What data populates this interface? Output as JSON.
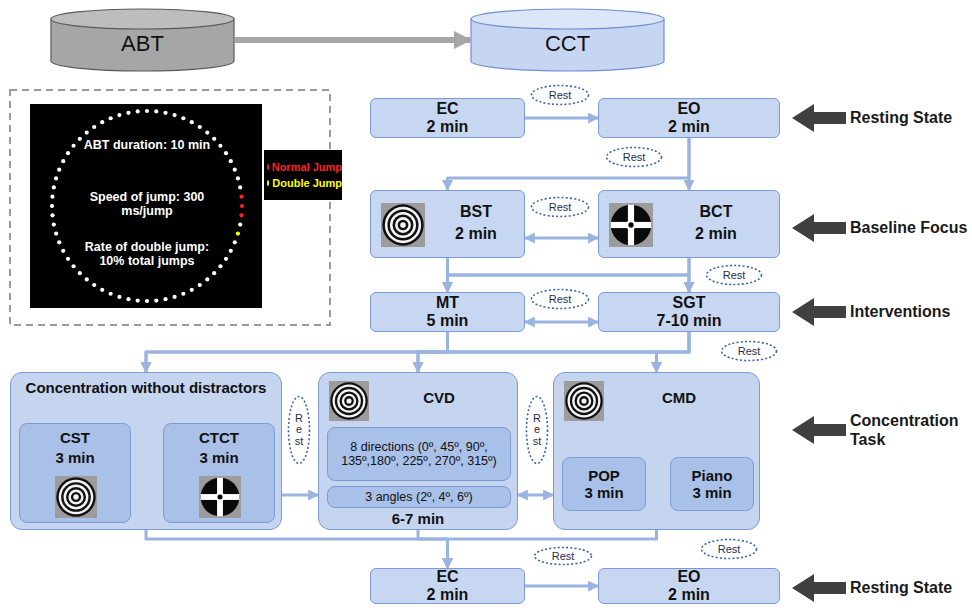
{
  "diagram": {
    "nodes": [
      {
        "text": [
          "ABT"
        ]
      },
      {
        "text": [
          "CCT"
        ]
      },
      {
        "text": [
          "ABT duration: 10 min",
          "Speed of jump: 300 ms/jump",
          "Rate of double jump: 10% total jumps"
        ]
      },
      {
        "text": [
          "EC",
          "2 min"
        ]
      },
      {
        "text": [
          "Rest"
        ]
      },
      {
        "text": [
          "EO",
          "2 min"
        ]
      },
      {
        "text": [
          "Rest"
        ]
      },
      {
        "text": [
          "BST",
          "2 min"
        ]
      },
      {
        "text": [
          "Rest"
        ]
      },
      {
        "text": [
          "BCT",
          "2 min"
        ]
      },
      {
        "text": [
          "Rest"
        ]
      },
      {
        "text": [
          "MT",
          "5 min"
        ]
      },
      {
        "text": [
          "Rest"
        ]
      },
      {
        "text": [
          "SGT",
          "7-10 min"
        ]
      },
      {
        "text": [
          "Rest"
        ]
      },
      {
        "text": [
          "Concentration without distractors"
        ]
      },
      {
        "text": [
          "CST",
          "3 min"
        ],
        "in": 15
      },
      {
        "text": [
          "CTCT",
          "3 min"
        ],
        "in": 15
      },
      {
        "text": [
          "Rest"
        ]
      },
      {
        "text": [
          "CVD",
          "6-7 min"
        ]
      },
      {
        "text": [
          "8 directions (0º, 45º, 90º, 135º,180º, 225º, 270º, 315º)"
        ],
        "in": 19
      },
      {
        "text": [
          "3 angles (2º, 4º, 6º)"
        ],
        "in": 19
      },
      {
        "text": [
          "Rest"
        ]
      },
      {
        "text": [
          "CMD"
        ]
      },
      {
        "text": [
          "POP",
          "3 min"
        ],
        "in": 23
      },
      {
        "text": [
          "Piano",
          "3 min"
        ],
        "in": 23
      },
      {
        "text": [
          "Rest"
        ]
      },
      {
        "text": [
          "EC",
          "2 min"
        ]
      },
      {
        "text": [
          "Rest"
        ]
      },
      {
        "text": [
          "EO",
          "2 min"
        ]
      }
    ],
    "edges": [
      {
        "from": 0,
        "to": 1,
        "arrow": "to"
      },
      {
        "from": 3,
        "to": 5,
        "arrow": "to"
      },
      {
        "from": 5,
        "to": 7,
        "arrow": "to"
      },
      {
        "from": 5,
        "to": 9,
        "arrow": "to"
      },
      {
        "from": 7,
        "to": 9,
        "arrow": "both"
      },
      {
        "from": 7,
        "to": 11,
        "arrow": "to"
      },
      {
        "from": 7,
        "to": 13,
        "arrow": "to"
      },
      {
        "from": 9,
        "to": 11,
        "arrow": "to"
      },
      {
        "from": 9,
        "to": 13,
        "arrow": "to"
      },
      {
        "from": 11,
        "to": 13,
        "arrow": "both"
      },
      {
        "from": 11,
        "to": 15,
        "arrow": "to"
      },
      {
        "from": 11,
        "to": 19,
        "arrow": "to"
      },
      {
        "from": 11,
        "to": 23,
        "arrow": "to"
      },
      {
        "from": 13,
        "to": 15,
        "arrow": "to"
      },
      {
        "from": 13,
        "to": 19,
        "arrow": "to"
      },
      {
        "from": 13,
        "to": 23,
        "arrow": "to"
      },
      {
        "from": 16,
        "to": 17,
        "arrow": "both"
      },
      {
        "from": 15,
        "to": 19,
        "arrow": "to"
      },
      {
        "from": 19,
        "to": 23,
        "arrow": "both"
      },
      {
        "from": 24,
        "to": 25,
        "arrow": "both"
      },
      {
        "from": 15,
        "to": 27,
        "arrow": "to"
      },
      {
        "from": 19,
        "to": 27,
        "arrow": "to"
      },
      {
        "from": 23,
        "to": 27,
        "arrow": "to"
      },
      {
        "from": 27,
        "to": 29,
        "arrow": "to"
      }
    ],
    "labels": [
      "Resting State",
      "Baseline Focus",
      "Interventions",
      "Concentration Task",
      "Resting State"
    ],
    "legend": [
      {
        "text": "Normal Jump",
        "color": "#ff2020"
      },
      {
        "text": "Double Jump",
        "color": "#ffff00"
      }
    ]
  }
}
